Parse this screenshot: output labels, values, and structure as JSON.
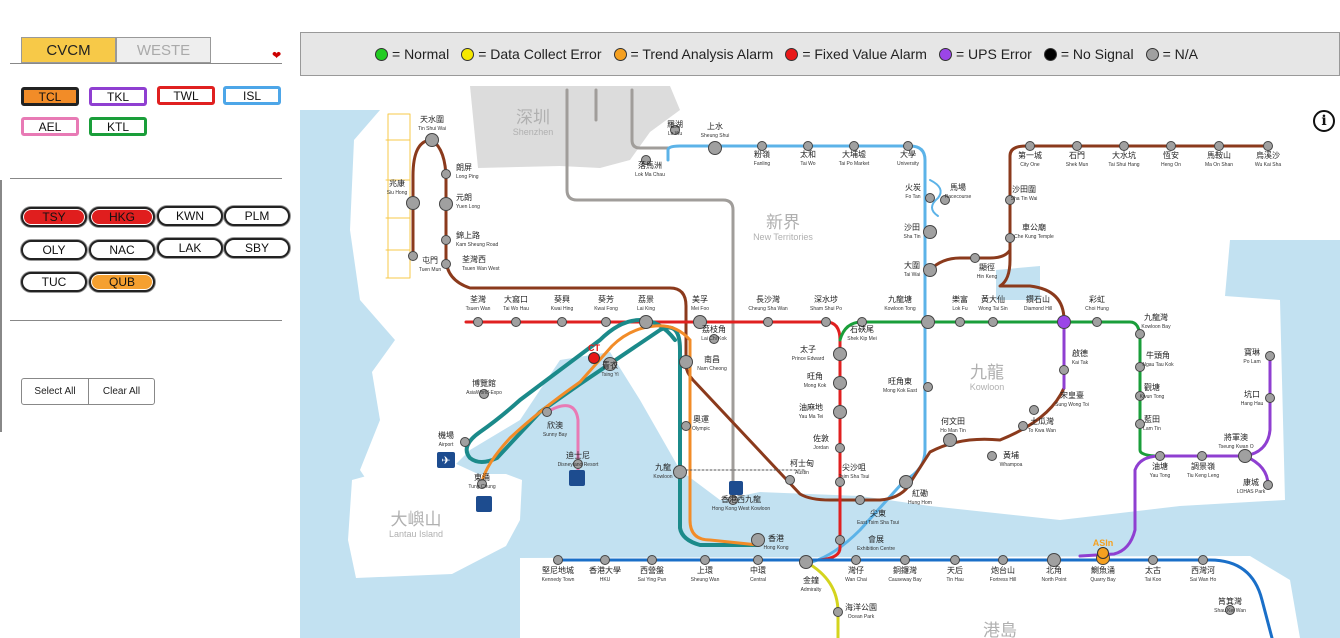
{
  "sidebar": {
    "tabs": [
      {
        "label": "CVCM",
        "active": true
      },
      {
        "label": "WESTE",
        "active": false
      }
    ],
    "lines": [
      {
        "label": "TCL",
        "color": "#f28c28",
        "filled": true
      },
      {
        "label": "TKL",
        "color": "#8f3fd1"
      },
      {
        "label": "TWL",
        "color": "#e02020"
      },
      {
        "label": "ISL",
        "color": "#4da6e8"
      },
      {
        "label": "AEL",
        "color": "#e87ab5"
      },
      {
        "label": "KTL",
        "color": "#1a9e3a"
      }
    ],
    "stations": [
      {
        "label": "TSY",
        "color": "#e01e1e"
      },
      {
        "label": "HKG",
        "color": "#e01e1e"
      },
      {
        "label": "KWN",
        "color": "#ffffff"
      },
      {
        "label": "PLM",
        "color": "#ffffff"
      },
      {
        "label": "OLY",
        "color": "#ffffff"
      },
      {
        "label": "NAC",
        "color": "#ffffff"
      },
      {
        "label": "LAK",
        "color": "#ffffff"
      },
      {
        "label": "SBY",
        "color": "#ffffff"
      },
      {
        "label": "TUC",
        "color": "#ffffff"
      },
      {
        "label": "QUB",
        "color": "#f5a030"
      }
    ],
    "select_all": "Select All",
    "clear_all": "Clear All"
  },
  "legend": [
    {
      "color": "#22cc22",
      "label": "= Normal"
    },
    {
      "color": "#f5e800",
      "label": "= Data Collect Error"
    },
    {
      "color": "#f5a020",
      "label": "= Trend Analysis Alarm"
    },
    {
      "color": "#e81818",
      "label": "= Fixed Value Alarm"
    },
    {
      "color": "#9b45e8",
      "label": "= UPS Error"
    },
    {
      "color": "#000000",
      "label": "= No Signal"
    },
    {
      "color": "#a0a0a0",
      "label": "= N/A"
    }
  ],
  "map": {
    "info_icon": "i",
    "region_labels": [
      {
        "zh": "深圳",
        "en": "Shenzhen"
      },
      {
        "zh": "新界",
        "en": "New Territories"
      },
      {
        "zh": "九龍",
        "en": "Kowloon"
      },
      {
        "zh": "大嶼山",
        "en": "Lantau Island"
      },
      {
        "zh": "港島",
        "en": ""
      }
    ],
    "alarm_markers": [
      {
        "label": "CT",
        "color": "#e81818"
      },
      {
        "label": "ASIn",
        "color": "#f5a020"
      }
    ],
    "stations": {
      "tsw": {
        "zh": "天水圍",
        "en": "Tin Shui Wai"
      },
      "lop": {
        "zh": "朗屏",
        "en": "Long Ping"
      },
      "yul": {
        "zh": "元朗",
        "en": "Yuen Long"
      },
      "ksr": {
        "zh": "錦上路",
        "en": "Kam Sheung Road"
      },
      "tww": {
        "zh": "荃灣西",
        "en": "Tsuen Wan West"
      },
      "sih": {
        "zh": "兆康",
        "en": "Siu Hong"
      },
      "tum": {
        "zh": "屯門",
        "en": "Tuen Mun"
      },
      "tsuen": {
        "zh": "荃灣",
        "en": "Tsuen Wan"
      },
      "twh": {
        "zh": "大窩口",
        "en": "Tai Wo Hau"
      },
      "kwh": {
        "zh": "葵興",
        "en": "Kwai Hing"
      },
      "kwf": {
        "zh": "葵芳",
        "en": "Kwai Fong"
      },
      "lak": {
        "zh": "荔景",
        "en": "Lai King"
      },
      "mef": {
        "zh": "美孚",
        "en": "Mei Foo"
      },
      "lck": {
        "zh": "荔枝角",
        "en": "Lai Chi Kok"
      },
      "csw": {
        "zh": "長沙灣",
        "en": "Cheung Sha Wan"
      },
      "ssp": {
        "zh": "深水埗",
        "en": "Sham Shui Po"
      },
      "skm": {
        "zh": "石硤尾",
        "en": "Shek Kip Mei"
      },
      "pre": {
        "zh": "太子",
        "en": "Prince Edward"
      },
      "mok": {
        "zh": "旺角",
        "en": "Mong Kok"
      },
      "ymt": {
        "zh": "油麻地",
        "en": "Yau Ma Tei"
      },
      "jor": {
        "zh": "佐敦",
        "en": "Jordan"
      },
      "tst": {
        "zh": "尖沙咀",
        "en": "Tsim Sha Tsui"
      },
      "ets": {
        "zh": "尖東",
        "en": "East Tsim Sha Tsui"
      },
      "aus": {
        "zh": "柯士甸",
        "en": "Austin"
      },
      "nac": {
        "zh": "南昌",
        "en": "Nam Cheong"
      },
      "oly": {
        "zh": "奧運",
        "en": "Olympic"
      },
      "kow": {
        "zh": "九龍",
        "en": "Kowloon"
      },
      "hkwk": {
        "zh": "香港西九龍",
        "en": "Hong Kong West Kowloon"
      },
      "tsy": {
        "zh": "青衣",
        "en": "Tsing Yi"
      },
      "awe": {
        "zh": "博覽館",
        "en": "AsiaWorld-Expo"
      },
      "air": {
        "zh": "機場",
        "en": "Airport"
      },
      "sub": {
        "zh": "欣澳",
        "en": "Sunny Bay"
      },
      "dis": {
        "zh": "迪士尼",
        "en": "Disneyland Resort"
      },
      "tuc": {
        "zh": "東涌",
        "en": "Tung Chung"
      },
      "hkg": {
        "zh": "香港",
        "en": "Hong Kong"
      },
      "low": {
        "zh": "羅湖",
        "en": "Lo Wu"
      },
      "lmc": {
        "zh": "落馬洲",
        "en": "Lok Ma Chau"
      },
      "shs": {
        "zh": "上水",
        "en": "Sheung Shui"
      },
      "fan": {
        "zh": "粉嶺",
        "en": "Fanling"
      },
      "two": {
        "zh": "太和",
        "en": "Tai Wo"
      },
      "tap": {
        "zh": "大埔墟",
        "en": "Tai Po Market"
      },
      "uni": {
        "zh": "大學",
        "en": "University"
      },
      "fot": {
        "zh": "火炭",
        "en": "Fo Tan"
      },
      "rac": {
        "zh": "馬場",
        "en": "Racecourse"
      },
      "sht": {
        "zh": "沙田",
        "en": "Sha Tin"
      },
      "tai": {
        "zh": "大圍",
        "en": "Tai Wai"
      },
      "kot": {
        "zh": "九龍塘",
        "en": "Kowloon Tong"
      },
      "mkk": {
        "zh": "旺角東",
        "en": "Mong Kok East"
      },
      "hum": {
        "zh": "紅磡",
        "en": "Hung Hom"
      },
      "exc": {
        "zh": "會展",
        "en": "Exhibition Centre"
      },
      "adm": {
        "zh": "金鐘",
        "en": "Admiralty"
      },
      "cio": {
        "zh": "第一城",
        "en": "City One"
      },
      "shm": {
        "zh": "石門",
        "en": "Shek Mun"
      },
      "tsh": {
        "zh": "大水坑",
        "en": "Tai Shui Hang"
      },
      "heo": {
        "zh": "恆安",
        "en": "Heng On"
      },
      "mos": {
        "zh": "馬鞍山",
        "en": "Ma On Shan"
      },
      "wks": {
        "zh": "烏溪沙",
        "en": "Wu Kai Sha"
      },
      "stw": {
        "zh": "沙田圍",
        "en": "Sha Tin Wai"
      },
      "ckt": {
        "zh": "車公廟",
        "en": "Che Kung Temple"
      },
      "hik": {
        "zh": "顯徑",
        "en": "Hin Keng"
      },
      "lof": {
        "zh": "樂富",
        "en": "Lok Fu"
      },
      "wts": {
        "zh": "黃大仙",
        "en": "Wong Tai Sin"
      },
      "dih": {
        "zh": "鑽石山",
        "en": "Diamond Hill"
      },
      "chh": {
        "zh": "彩虹",
        "en": "Choi Hung"
      },
      "kob": {
        "zh": "九龍灣",
        "en": "Kowloon Bay"
      },
      "ntk": {
        "zh": "牛頭角",
        "en": "Ngau Tau Kok"
      },
      "kwt": {
        "zh": "觀塘",
        "en": "Kwun Tong"
      },
      "lat": {
        "zh": "藍田",
        "en": "Lam Tin"
      },
      "kat": {
        "zh": "啟德",
        "en": "Kai Tak"
      },
      "swh": {
        "zh": "宋皇臺",
        "en": "Sung Wong Toi"
      },
      "tkw": {
        "zh": "土瓜灣",
        "en": "To Kwa Wan"
      },
      "hom": {
        "zh": "何文田",
        "en": "Ho Man Tin"
      },
      "wha": {
        "zh": "黃埔",
        "en": "Whampoa"
      },
      "pol": {
        "zh": "寶琳",
        "en": "Po Lam"
      },
      "hah": {
        "zh": "坑口",
        "en": "Hang Hau"
      },
      "tko": {
        "zh": "將軍澳",
        "en": "Tseung Kwan O"
      },
      "lhp": {
        "zh": "康城",
        "en": "LOHAS Park"
      },
      "tik": {
        "zh": "調景嶺",
        "en": "Tiu Keng Leng"
      },
      "yat": {
        "zh": "油塘",
        "en": "Yau Tong"
      },
      "ket": {
        "zh": "堅尼地城",
        "en": "Kennedy Town"
      },
      "hku": {
        "zh": "香港大學",
        "en": "HKU"
      },
      "syp": {
        "zh": "西營盤",
        "en": "Sai Ying Pun"
      },
      "shw": {
        "zh": "上環",
        "en": "Sheung Wan"
      },
      "cen": {
        "zh": "中環",
        "en": "Central"
      },
      "wac": {
        "zh": "灣仔",
        "en": "Wan Chai"
      },
      "cab": {
        "zh": "銅鑼灣",
        "en": "Causeway Bay"
      },
      "tih": {
        "zh": "天后",
        "en": "Tin Hau"
      },
      "foh": {
        "zh": "炮台山",
        "en": "Fortress Hill"
      },
      "nop": {
        "zh": "北角",
        "en": "North Point"
      },
      "qub": {
        "zh": "鰂魚涌",
        "en": "Quarry Bay"
      },
      "tak": {
        "zh": "太古",
        "en": "Tai Koo"
      },
      "swh2": {
        "zh": "西灣河",
        "en": "Sai Wan Ho"
      },
      "skw": {
        "zh": "筲箕灣",
        "en": "Shau Kei Wan"
      },
      "ocp": {
        "zh": "海洋公園",
        "en": "Ocean Park"
      }
    }
  }
}
